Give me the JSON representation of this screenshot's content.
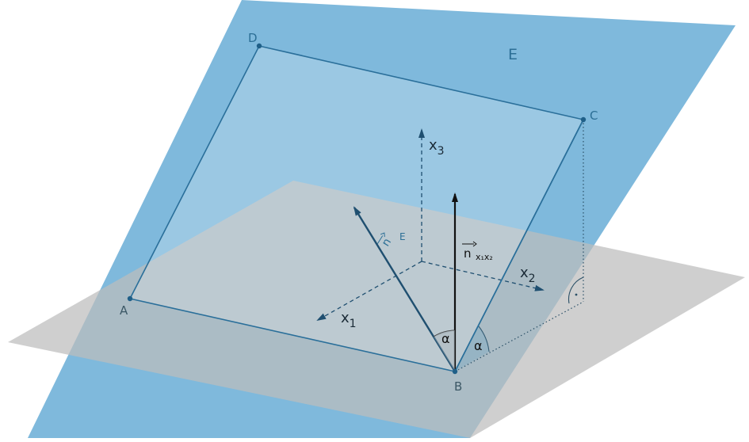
{
  "points": {
    "A": "A",
    "B": "B",
    "C": "C",
    "D": "D"
  },
  "plane_label": "E",
  "axes": {
    "x1": "x",
    "x1_sub": "1",
    "x2": "x",
    "x2_sub": "2",
    "x3": "x",
    "x3_sub": "3"
  },
  "vectors": {
    "nE": "n",
    "nE_sub": "E",
    "nx": "n",
    "nx_sub": "x₁x₂"
  },
  "angle_symbol": "α",
  "colors": {
    "plane_e": "#7fb9dc",
    "plane_e_light": "#a2cde6",
    "plane_x1x2": "#bdbdbd",
    "edge_blue": "#2a6f9a",
    "vector_black": "#111111"
  }
}
